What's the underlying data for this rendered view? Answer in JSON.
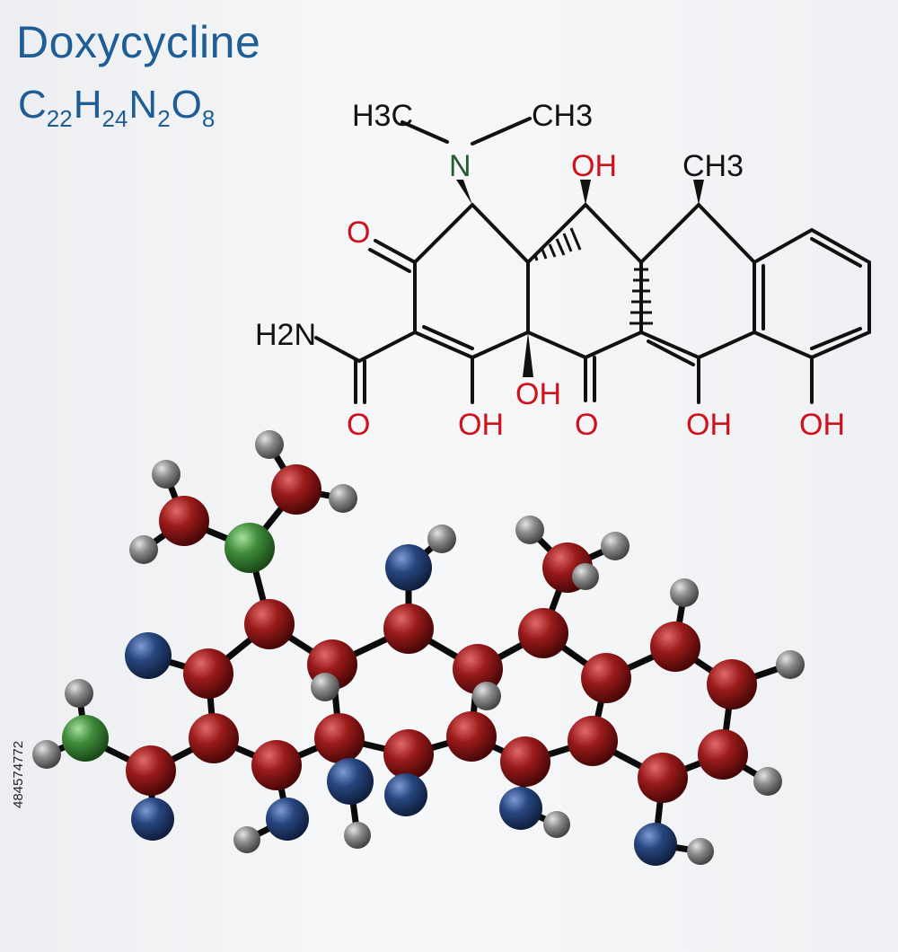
{
  "title": "Doxycycline",
  "formula": {
    "parts": [
      {
        "el": "C",
        "n": "22"
      },
      {
        "el": "H",
        "n": "24"
      },
      {
        "el": "N",
        "n": "2"
      },
      {
        "el": "O",
        "n": "8"
      }
    ]
  },
  "stock_id": "484574772",
  "structure_labels": {
    "h3c": "H3C",
    "ch3_top": "CH3",
    "n": "N",
    "oh_top": "OH",
    "ch3_right": "CH3",
    "o_left": "O",
    "h2n": "H2N",
    "o_amide": "O",
    "oh_1": "OH",
    "oh_2": "OH",
    "o_mid": "O",
    "oh_3": "OH",
    "oh_4": "OH"
  },
  "atom_colors": {
    "carbon": "#9b1b1b",
    "oxygen": "#27467e",
    "nitrogen": "#3f8c3b",
    "hydrogen": "#8c8c8c"
  }
}
